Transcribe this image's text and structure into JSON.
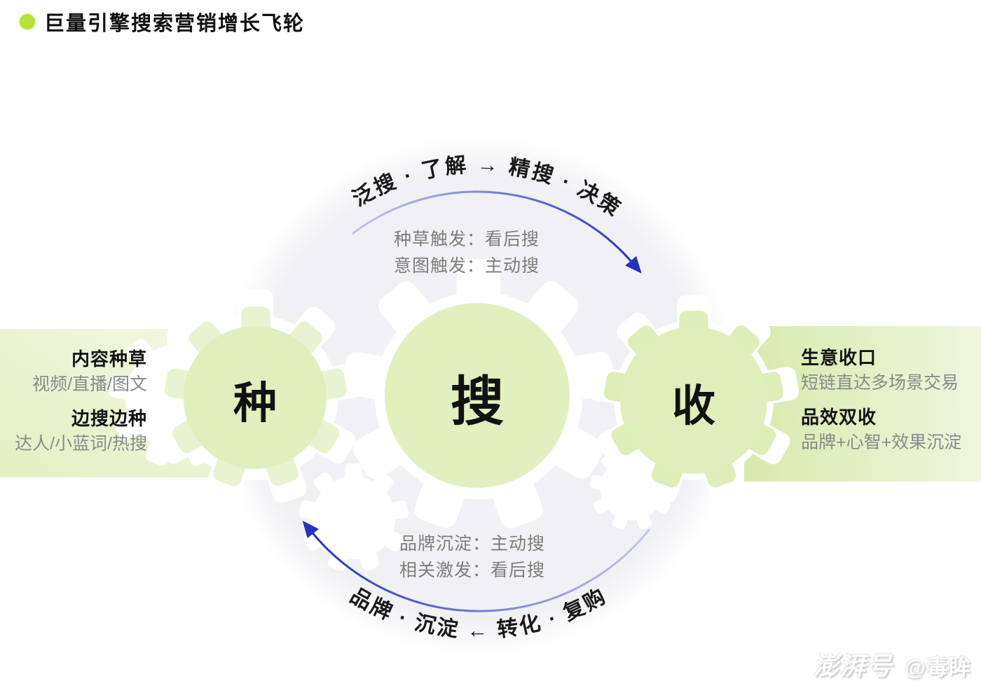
{
  "title": {
    "text": "巨量引擎搜索营销增长飞轮"
  },
  "flywheel": {
    "top_arc_label": "泛搜 · 了解 → 精搜 · 决策",
    "bottom_arc_label": "品牌 · 沉淀 ← 转化 · 复购",
    "top_notes": [
      "种草触发：看后搜",
      "意图触发：主动搜"
    ],
    "bottom_notes": [
      "品牌沉淀：主动搜",
      "相关激发：看后搜"
    ],
    "nodes": [
      {
        "label": "种"
      },
      {
        "label": "搜"
      },
      {
        "label": "收"
      }
    ]
  },
  "left_panel": {
    "sections": [
      {
        "heading": "内容种草",
        "detail": "视频/直播/图文"
      },
      {
        "heading": "边搜边种",
        "detail": "达人/小蓝词/热搜"
      }
    ]
  },
  "right_panel": {
    "sections": [
      {
        "heading": "生意收口",
        "detail": "短链直达多场景交易"
      },
      {
        "heading": "品效双收",
        "detail": "品牌+心智+效果沉淀"
      }
    ]
  },
  "watermark": {
    "logo": "澎湃号",
    "handle": "@毒眸"
  },
  "colors": {
    "accent_lime": "#b5e23a",
    "node_green": "#e0efbc",
    "panel_green": "#d9ecae",
    "wheel_gray": "#f1f1f5",
    "arrow_blue": "#2433bb",
    "note_gray": "#7d7d7b"
  }
}
